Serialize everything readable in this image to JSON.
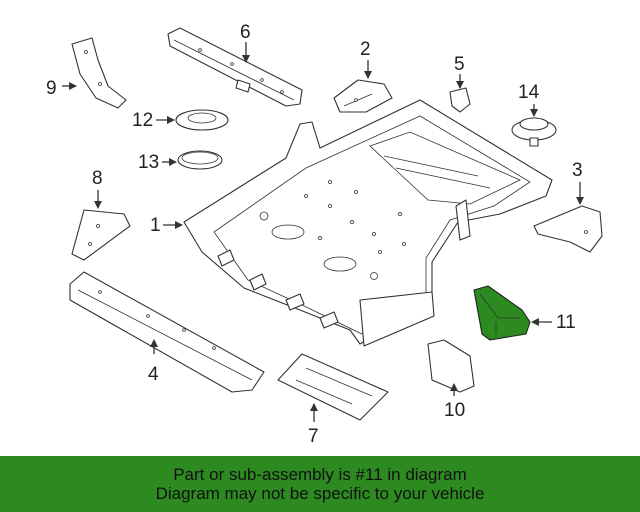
{
  "callouts": {
    "c1": "1",
    "c2": "2",
    "c3": "3",
    "c4": "4",
    "c5": "5",
    "c6": "6",
    "c7": "7",
    "c8": "8",
    "c9": "9",
    "c10": "10",
    "c11": "11",
    "c12": "12",
    "c13": "13",
    "c14": "14"
  },
  "highlight_color": "#2d8a21",
  "banner": {
    "line1": "Part or sub-assembly is #11 in diagram",
    "line2": "Diagram may not be specific to your vehicle"
  }
}
